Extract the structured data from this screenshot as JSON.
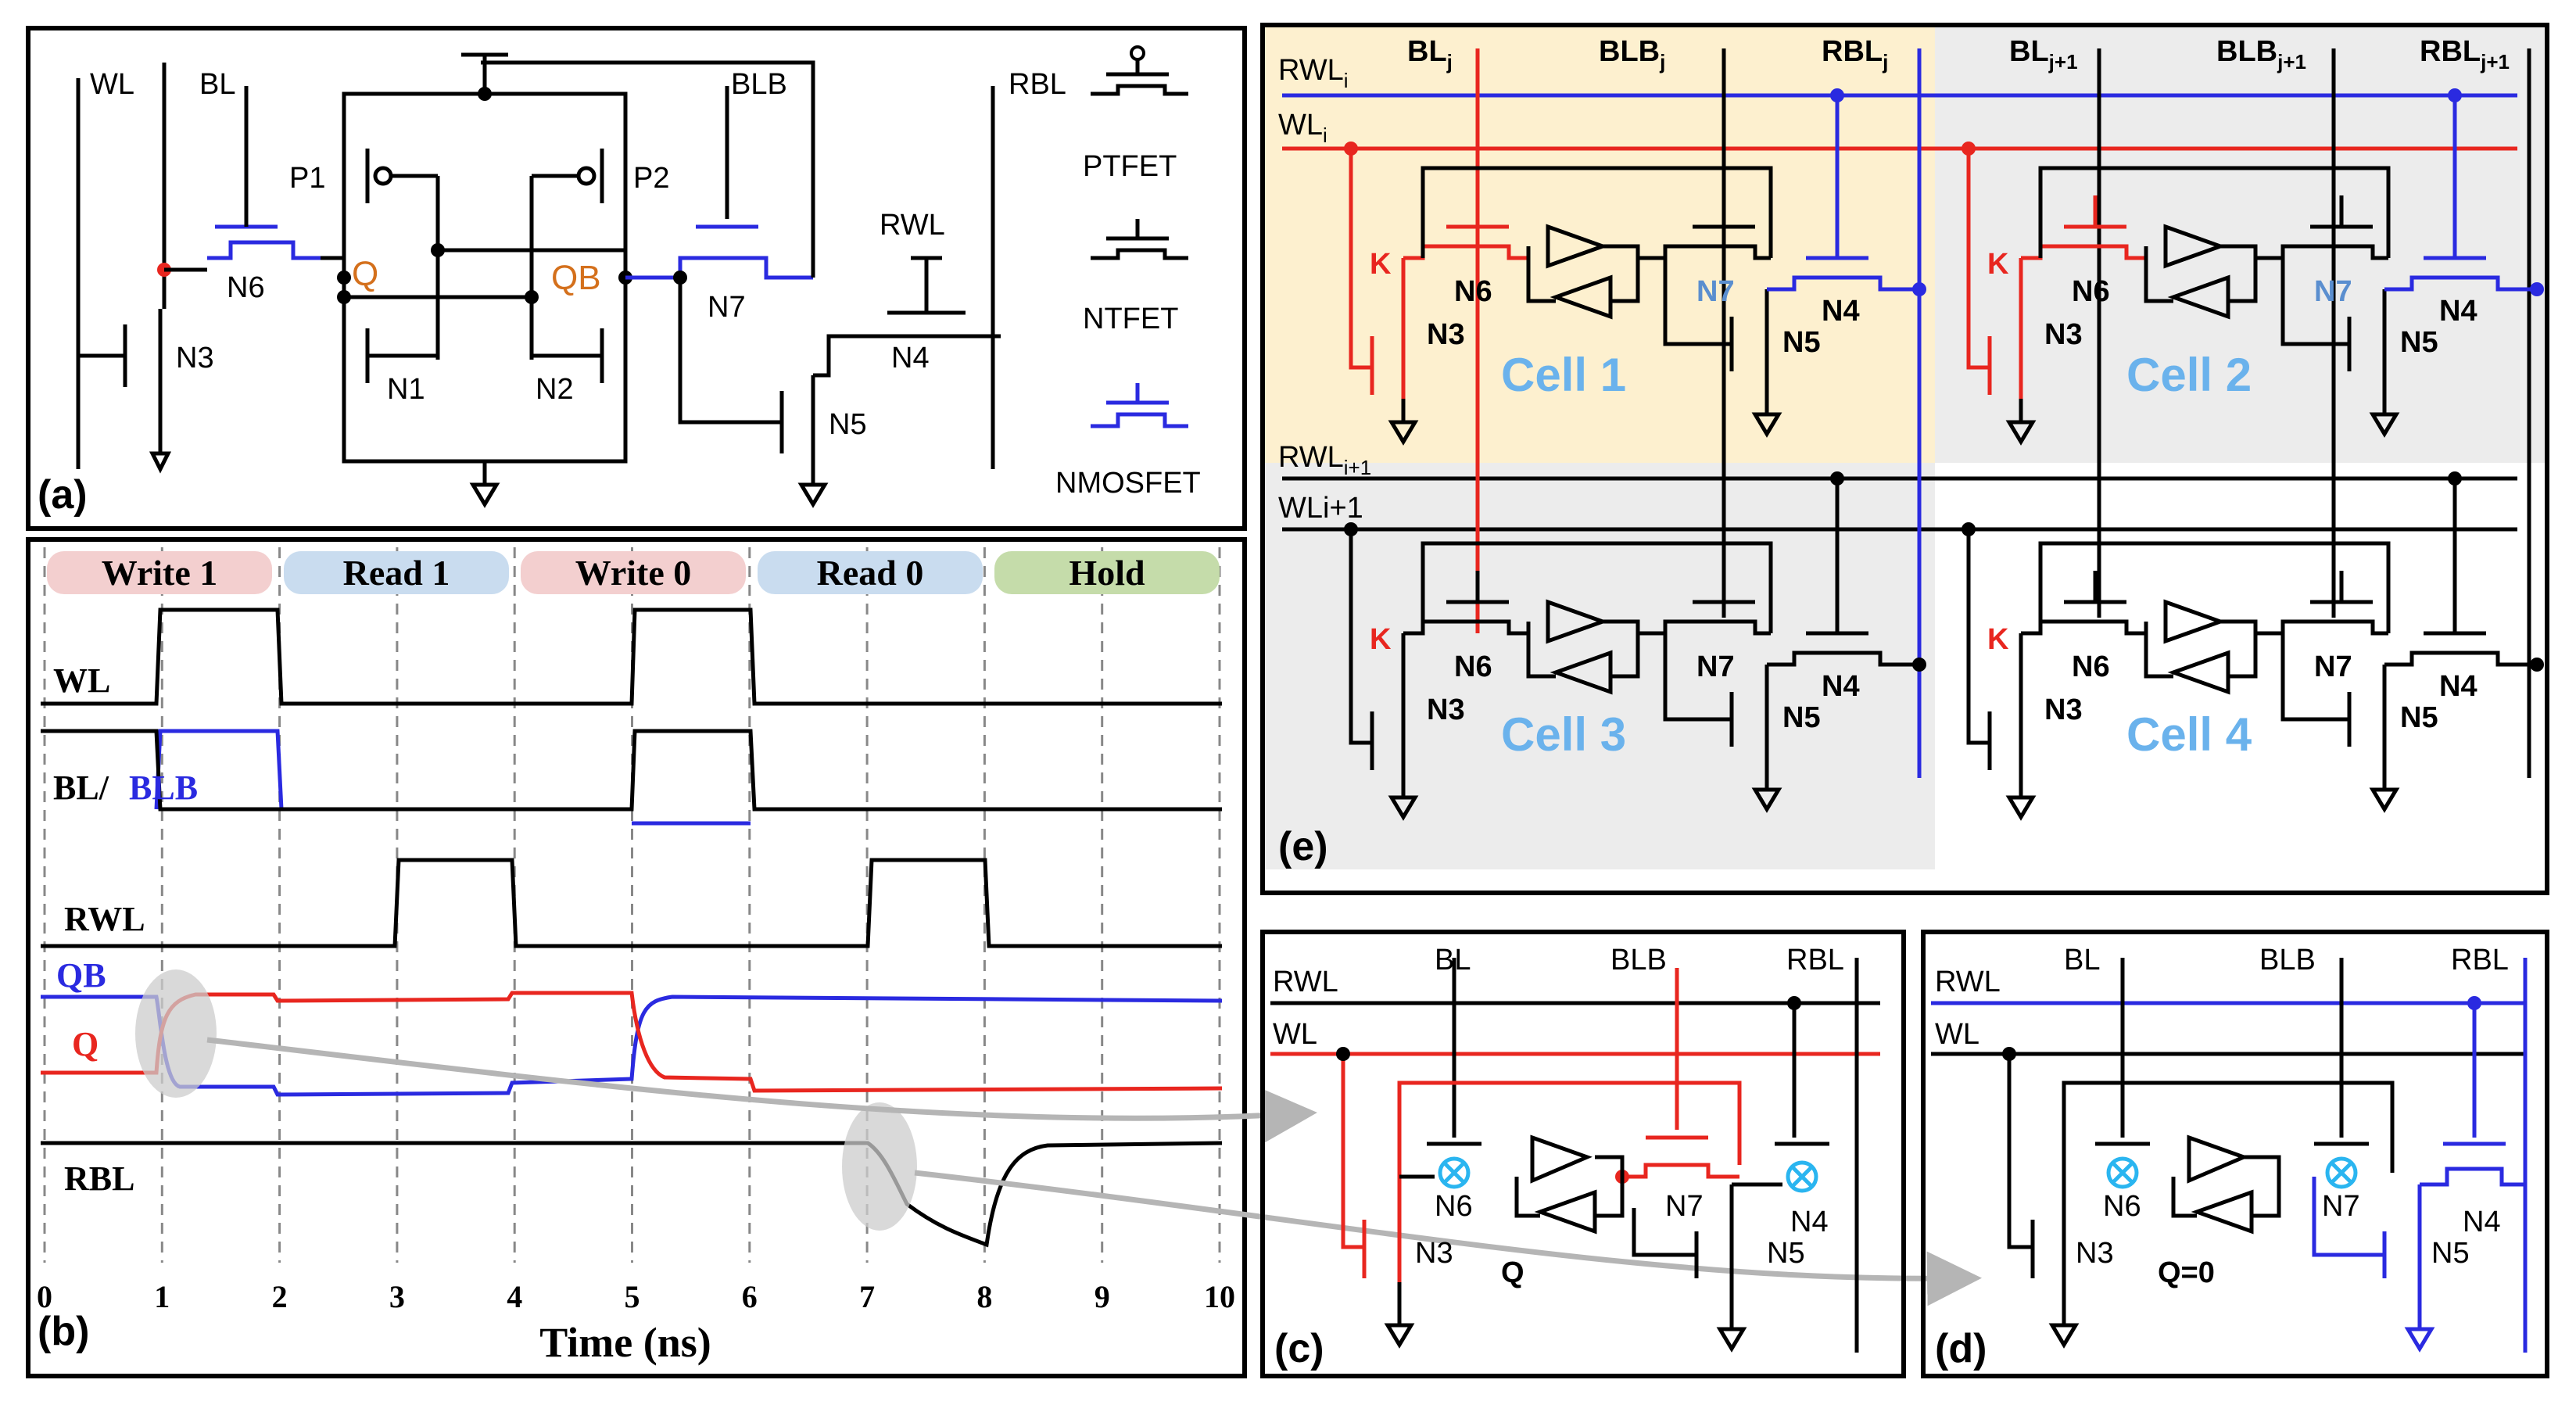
{
  "panels": {
    "a": {
      "label": "(a)",
      "nodes": {
        "wl": "WL",
        "bl": "BL",
        "blb": "BLB",
        "rbl": "RBL",
        "rwl": "RWL",
        "q": "Q",
        "qb": "QB"
      },
      "transistors": {
        "p1": "P1",
        "p2": "P2",
        "n1": "N1",
        "n2": "N2",
        "n3": "N3",
        "n4": "N4",
        "n5": "N5",
        "n6": "N6",
        "n7": "N7"
      },
      "legend": [
        "PTFET",
        "NTFET",
        "NMOSFET"
      ]
    },
    "b": {
      "label": "(b)",
      "phases": [
        "Write 1",
        "Read 1",
        "Write 0",
        "Read 0",
        "Hold"
      ],
      "signals": {
        "wl": "WL",
        "bl": "BL/",
        "blb": "BLB",
        "rwl": "RWL",
        "qb": "QB",
        "q": "Q",
        "rbl": "RBL"
      },
      "xlabel": "Time  (ns)",
      "ticks": [
        "0",
        "1",
        "2",
        "3",
        "4",
        "5",
        "6",
        "7",
        "8",
        "9",
        "10"
      ]
    },
    "c": {
      "label": "(c)",
      "nodes": {
        "rwl": "RWL",
        "wl": "WL",
        "bl": "BL",
        "blb": "BLB",
        "rbl": "RBL",
        "q": "Q"
      },
      "transistors": {
        "n3": "N3",
        "n4": "N4",
        "n5": "N5",
        "n6": "N6",
        "n7": "N7"
      }
    },
    "d": {
      "label": "(d)",
      "nodes": {
        "rwl": "RWL",
        "wl": "WL",
        "bl": "BL",
        "blb": "BLB",
        "rbl": "RBL",
        "q": "Q=0"
      },
      "transistors": {
        "n3": "N3",
        "n4": "N4",
        "n5": "N5",
        "n6": "N6",
        "n7": "N7"
      }
    },
    "e": {
      "label": "(e)",
      "rows": {
        "rwl_i": "RWL",
        "rwl_i_sub": "i",
        "wl_i": "WL",
        "wl_i_sub": "i",
        "rwl_i1": "RWL",
        "rwl_i1_sub": "i+1",
        "wl_i1": "WLi+1"
      },
      "cols": {
        "bl_j": "BL",
        "bl_j_sub": "j",
        "blb_j": "BLB",
        "blb_j_sub": "j",
        "rbl_j": "RBL",
        "rbl_j_sub": "j",
        "bl_j1": "BL",
        "bl_j1_sub": "j+1",
        "blb_j1": "BLB",
        "blb_j1_sub": "j+1",
        "rbl_j1": "RBL",
        "rbl_j1_sub": "j+1"
      },
      "cells": [
        "Cell 1",
        "Cell 2",
        "Cell 3",
        "Cell 4"
      ],
      "node_k": "K",
      "transistors": {
        "n3": "N3",
        "n4": "N4",
        "n5": "N5",
        "n6": "N6",
        "n7": "N7"
      }
    }
  },
  "colors": {
    "red": "#e8261f",
    "blue": "#2a2ae0",
    "cell_blue": "#6ab2ec",
    "orange": "#d4701c",
    "pink": "#f3cfcf",
    "light_blue": "#c9dcef",
    "green": "#c5dcaa",
    "yellow_bg": "#fdf0cf",
    "gray_bg": "#ececec"
  }
}
